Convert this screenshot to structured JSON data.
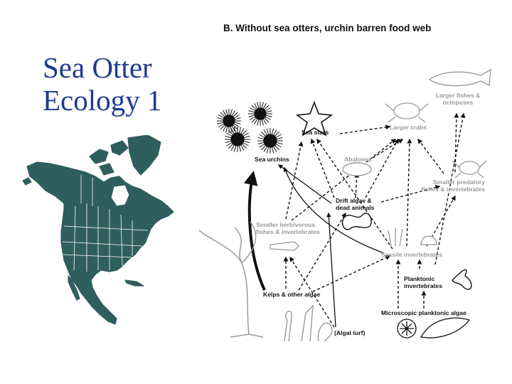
{
  "slide": {
    "title_line1": "Sea Otter",
    "title_line2": "Ecology 1"
  },
  "food_web": {
    "title": "B.  Without sea otters, urchin barren food web",
    "nodes": {
      "larger_fishes": "Larger fishes & octopuses",
      "larger_crabs": "Larger crabs",
      "sea_stars": "Sea stars",
      "sea_urchins": "Sea urchins",
      "abalones": "Abalones",
      "smaller_predatory": "Smaller predatory fishes & invertebrates",
      "drift_algae": "Drift algae & dead animals",
      "smaller_herbivorous": "Smaller herbivorous fishes & invertebrates",
      "sessile_invertebrates": "Sessile invertebrates",
      "planktonic_invertebrates": "Planktonic invertebrates",
      "kelps": "Kelps & other algae",
      "microscopic_algae": "Microscopic planktonic algae",
      "algal_turf": "(Algal turf)"
    },
    "colors": {
      "active": "#111111",
      "faded": "#9a9a9a",
      "map_fill": "#2f5e5e"
    }
  }
}
